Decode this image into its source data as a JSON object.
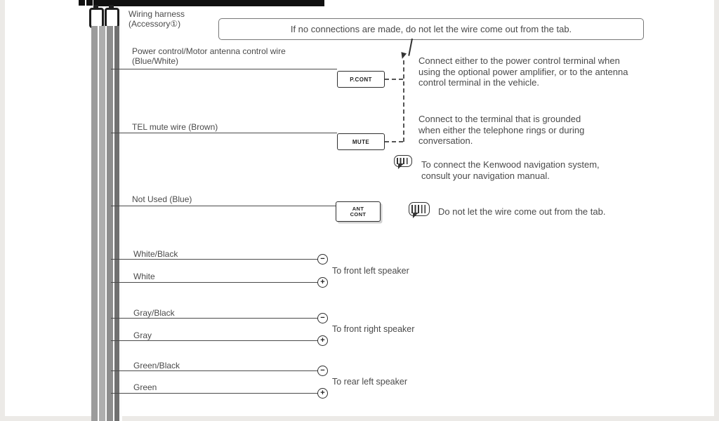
{
  "diagram": {
    "callout": "If no connections are made, do not let the wire come out from the tab.",
    "harness": {
      "label": "Wiring harness",
      "sublabel": "(Accessory①)"
    },
    "wires": {
      "power": {
        "label": "Power control/Motor antenna control wire",
        "sublabel": "(Blue/White)",
        "terminal": "P.CONT",
        "note": "Connect either to the power control terminal when using the optional power amplifier, or to the antenna control terminal in the vehicle."
      },
      "tel_mute": {
        "label": "TEL mute wire (Brown)",
        "terminal": "MUTE",
        "note": "Connect to the terminal that is grounded when either the telephone rings or during conversation."
      },
      "not_used": {
        "label": "Not Used (Blue)",
        "terminal_line1": "ANT",
        "terminal_line2": "CONT",
        "note": "Do not let the wire come out from the tab."
      }
    },
    "nav_note": "To connect the Kenwood navigation system, consult your navigation manual.",
    "speakers": [
      {
        "neg": "White/Black",
        "pos": "White",
        "neg_sign": "−",
        "pos_sign": "+",
        "dest": "To front left speaker"
      },
      {
        "neg": "Gray/Black",
        "pos": "Gray",
        "neg_sign": "−",
        "pos_sign": "+",
        "dest": "To front right speaker"
      },
      {
        "neg": "Green/Black",
        "pos": "Green",
        "neg_sign": "−",
        "pos_sign": "+",
        "dest": "To rear left speaker"
      }
    ]
  }
}
